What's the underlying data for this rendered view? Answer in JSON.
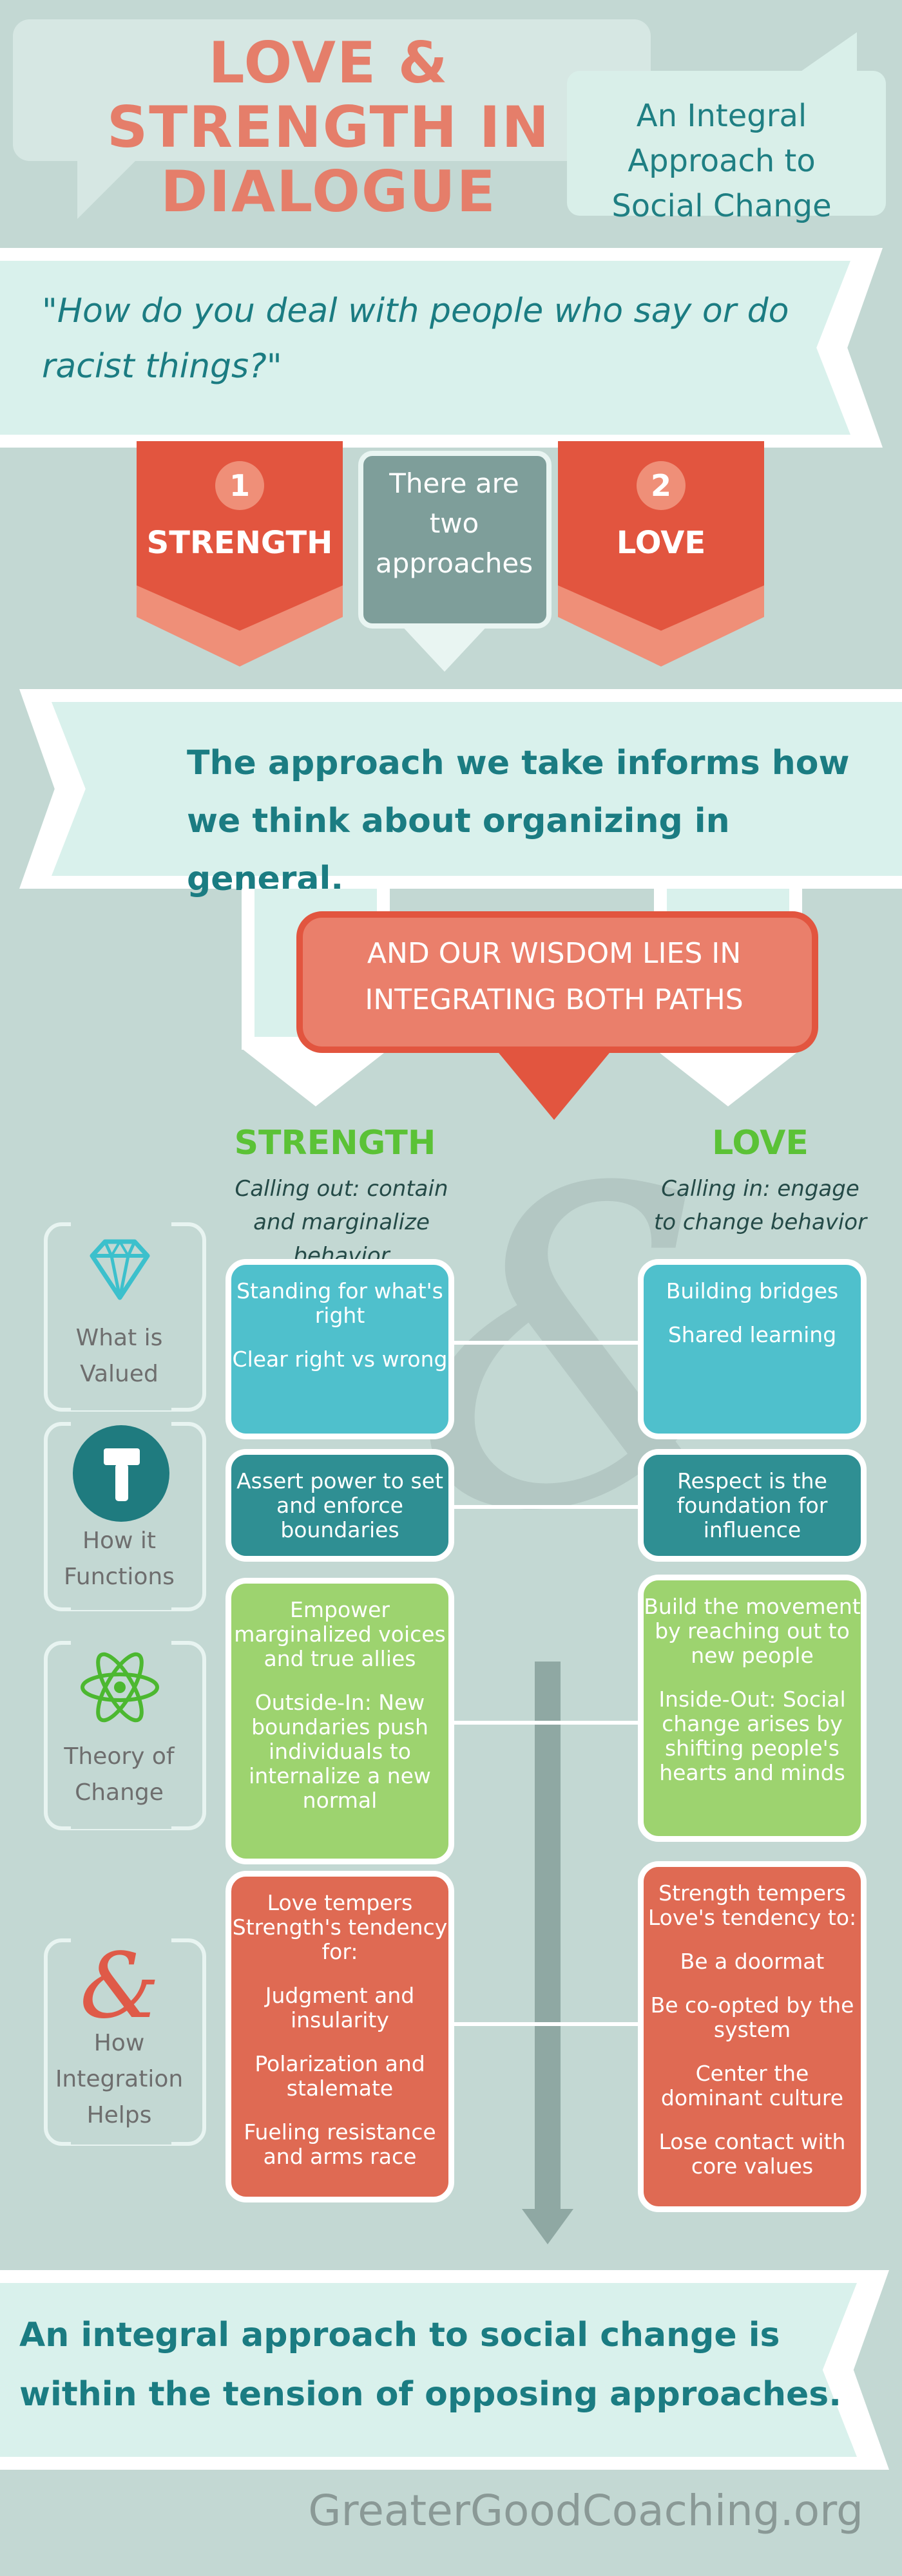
{
  "header": {
    "title": "LOVE & STRENGTH IN DIALOGUE",
    "subtitle": "An Integral Approach to Social Change"
  },
  "question": "\"How do you deal with people who say or do racist things?\"",
  "approaches": {
    "left": {
      "number": "1",
      "label": "STRENGTH"
    },
    "middle": "There are two approaches",
    "right": {
      "number": "2",
      "label": "LOVE"
    }
  },
  "statement": "The approach we take informs how we think about organizing in general.",
  "wisdom": "AND OUR WISDOM LIES IN INTEGRATING BOTH PATHS",
  "columns": {
    "strength": {
      "heading": "STRENGTH",
      "subheading": "Calling out: contain and marginalize behavior"
    },
    "love": {
      "heading": "LOVE",
      "subheading": "Calling in: engage to change behavior"
    }
  },
  "rows": [
    {
      "label": "What is Valued",
      "icon": "diamond-icon",
      "strength": [
        "Standing for what's right",
        "Clear right vs wrong"
      ],
      "love": [
        "Building bridges",
        "Shared learning"
      ]
    },
    {
      "label": "How it Functions",
      "icon": "hammer-icon",
      "strength": [
        "Assert power to set and enforce boundaries"
      ],
      "love": [
        "Respect is the foundation for influence"
      ]
    },
    {
      "label": "Theory of Change",
      "icon": "atom-icon",
      "strength": [
        "Empower marginalized voices and true allies",
        "Outside-In: New boundaries push individuals to internalize a new normal"
      ],
      "love": [
        "Build the movement by reaching out to new people",
        "Inside-Out: Social change arises by shifting people's hearts and minds"
      ]
    },
    {
      "label": "How Integration Helps",
      "icon": "ampersand-icon",
      "strength": [
        "Love tempers Strength's tendency for:",
        "Judgment and insularity",
        "Polarization and stalemate",
        "Fueling resistance and arms race"
      ],
      "love": [
        "Strength tempers Love's tendency to:",
        "Be a doormat",
        "Be co-opted by the system",
        "Center the dominant culture",
        "Lose contact with core values"
      ]
    }
  ],
  "conclusion": "An integral approach to social change is within the tension of opposing approaches.",
  "footer": "GreaterGoodCoaching.org",
  "colors": {
    "background": "#c3d8d3",
    "coral": "#e57e6a",
    "red": "#e2553f",
    "teal_text": "#1b7c82",
    "green": "#5bc236",
    "blue_cell": "#4fc0cc",
    "teal_cell": "#2f8f93",
    "green_cell": "#9dd36f",
    "red_cell": "#df6a53"
  }
}
